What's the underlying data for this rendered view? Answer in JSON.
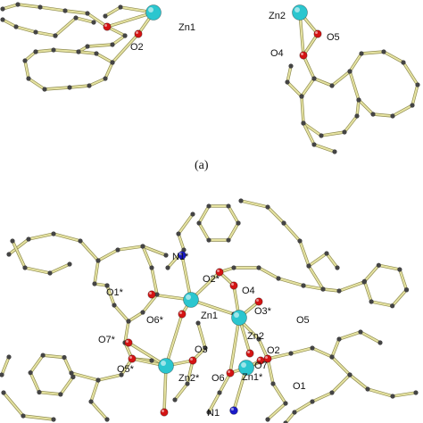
{
  "figure": {
    "panel_a": {
      "caption": "(a)",
      "labels": {
        "zn1": "Zn1",
        "o2": "O2",
        "zn2": "Zn2",
        "o4": "O4",
        "o5": "O5"
      }
    },
    "panel_b": {
      "labels": {
        "n1s": "N1*",
        "o2s": "O2*",
        "o1s": "O1*",
        "o4": "O4",
        "o3s": "O3*",
        "o6s": "O6*",
        "zn1": "Zn1",
        "zn2": "Zn2",
        "o5": "O5",
        "o7s": "O7*",
        "o3": "O3",
        "o2": "O2",
        "o7": "O7",
        "o5s": "O5*",
        "zn2s": "Zn2*",
        "o6": "O6",
        "zn1s": "Zn1*",
        "o1": "O1",
        "n1": "N1"
      }
    },
    "colors": {
      "bond": "#e6e3a2",
      "bond_edge": "#8f8c50",
      "carbon": "#444444",
      "oxygen": "#d41414",
      "zinc": "#2bc6cf",
      "nitrogen": "#1a1ac8",
      "text": "#111111"
    }
  }
}
